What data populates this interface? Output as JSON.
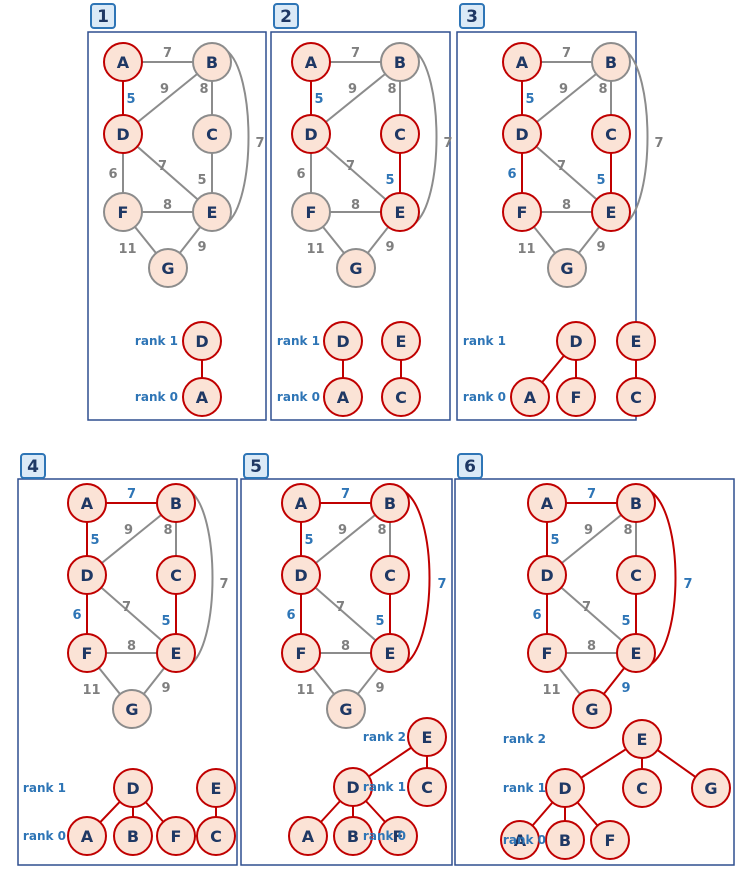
{
  "colors": {
    "panel_border": "#2f4f8f",
    "node_fill": "#fbe3d6",
    "node_text": "#1f3864",
    "gray_stroke": "#8c8c8c",
    "red_stroke": "#c00000",
    "gray_weight": "#7f7f7f",
    "blue_weight": "#2e75b6",
    "badge_fill": "#dbeaf7",
    "badge_stroke": "#2e75b6",
    "rank_text": "#2e75b6"
  },
  "graph": {
    "nodes": [
      "A",
      "B",
      "C",
      "D",
      "E",
      "F",
      "G"
    ],
    "edges": [
      {
        "id": "AB",
        "from": "A",
        "to": "B",
        "weight": "7"
      },
      {
        "id": "AD",
        "from": "A",
        "to": "D",
        "weight": "5"
      },
      {
        "id": "BD",
        "from": "B",
        "to": "D",
        "weight": "9"
      },
      {
        "id": "BC",
        "from": "B",
        "to": "C",
        "weight": "8"
      },
      {
        "id": "BE",
        "from": "B",
        "to": "E",
        "weight": "7"
      },
      {
        "id": "CE",
        "from": "C",
        "to": "E",
        "weight": "5"
      },
      {
        "id": "DE",
        "from": "D",
        "to": "E",
        "weight": "7"
      },
      {
        "id": "DF",
        "from": "D",
        "to": "F",
        "weight": "6"
      },
      {
        "id": "FE",
        "from": "F",
        "to": "E",
        "weight": "8"
      },
      {
        "id": "FG",
        "from": "F",
        "to": "G",
        "weight": "11"
      },
      {
        "id": "EG",
        "from": "E",
        "to": "G",
        "weight": "9"
      }
    ]
  },
  "steps": [
    {
      "number": "1",
      "red_nodes": [
        "A",
        "D"
      ],
      "red_edges": [
        "AD"
      ],
      "forest": {
        "ranks": [
          {
            "text": "rank 1",
            "level": 1
          },
          {
            "text": "rank 0",
            "level": 0
          }
        ],
        "nodes": [
          {
            "id": "D",
            "level": 1
          },
          {
            "id": "A",
            "level": 0
          }
        ],
        "links": [
          [
            "D",
            "A"
          ]
        ]
      }
    },
    {
      "number": "2",
      "red_nodes": [
        "A",
        "D",
        "C",
        "E"
      ],
      "red_edges": [
        "AD",
        "CE"
      ],
      "forest": {
        "ranks": [
          {
            "text": "rank 1",
            "level": 1
          },
          {
            "text": "rank 0",
            "level": 0
          }
        ],
        "nodes": [
          {
            "id": "D",
            "level": 1
          },
          {
            "id": "A",
            "level": 0
          },
          {
            "id": "E",
            "level": 1
          },
          {
            "id": "C",
            "level": 0
          }
        ],
        "links": [
          [
            "D",
            "A"
          ],
          [
            "E",
            "C"
          ]
        ]
      }
    },
    {
      "number": "3",
      "red_nodes": [
        "A",
        "D",
        "C",
        "E",
        "F"
      ],
      "red_edges": [
        "AD",
        "CE",
        "DF"
      ],
      "forest": {
        "ranks": [
          {
            "text": "rank 1",
            "level": 1
          },
          {
            "text": "rank 0",
            "level": 0
          }
        ],
        "nodes": [
          {
            "id": "D",
            "level": 1
          },
          {
            "id": "A",
            "level": 0
          },
          {
            "id": "F",
            "level": 0
          },
          {
            "id": "E",
            "level": 1
          },
          {
            "id": "C",
            "level": 0
          }
        ],
        "links": [
          [
            "D",
            "A"
          ],
          [
            "D",
            "F"
          ],
          [
            "E",
            "C"
          ]
        ]
      }
    },
    {
      "number": "4",
      "red_nodes": [
        "A",
        "B",
        "C",
        "D",
        "E",
        "F"
      ],
      "red_edges": [
        "AD",
        "CE",
        "DF",
        "AB"
      ],
      "forest": {
        "ranks": [
          {
            "text": "rank 1",
            "level": 1
          },
          {
            "text": "rank 0",
            "level": 0
          }
        ],
        "nodes": [
          {
            "id": "D",
            "level": 1
          },
          {
            "id": "A",
            "level": 0
          },
          {
            "id": "B",
            "level": 0
          },
          {
            "id": "F",
            "level": 0
          },
          {
            "id": "E",
            "level": 1
          },
          {
            "id": "C",
            "level": 0
          }
        ],
        "links": [
          [
            "D",
            "A"
          ],
          [
            "D",
            "B"
          ],
          [
            "D",
            "F"
          ],
          [
            "E",
            "C"
          ]
        ]
      }
    },
    {
      "number": "5",
      "red_nodes": [
        "A",
        "B",
        "C",
        "D",
        "E",
        "F"
      ],
      "red_edges": [
        "AD",
        "CE",
        "DF",
        "AB",
        "BE"
      ],
      "forest": {
        "ranks": [
          {
            "text": "rank 2",
            "level": 2
          },
          {
            "text": "rank 1",
            "level": 1
          },
          {
            "text": "rank 0",
            "level": 0
          }
        ],
        "nodes": [
          {
            "id": "E",
            "level": 2
          },
          {
            "id": "D",
            "level": 1
          },
          {
            "id": "C",
            "level": 1
          },
          {
            "id": "A",
            "level": 0
          },
          {
            "id": "B",
            "level": 0
          },
          {
            "id": "F",
            "level": 0
          }
        ],
        "links": [
          [
            "E",
            "D"
          ],
          [
            "E",
            "C"
          ],
          [
            "D",
            "A"
          ],
          [
            "D",
            "B"
          ],
          [
            "D",
            "F"
          ]
        ]
      }
    },
    {
      "number": "6",
      "red_nodes": [
        "A",
        "B",
        "C",
        "D",
        "E",
        "F",
        "G"
      ],
      "red_edges": [
        "AD",
        "CE",
        "DF",
        "AB",
        "BE",
        "EG"
      ],
      "forest": {
        "ranks": [
          {
            "text": "rank 2",
            "level": 2
          },
          {
            "text": "rank 1",
            "level": 1
          },
          {
            "text": "rank 0",
            "level": 0
          }
        ],
        "nodes": [
          {
            "id": "E",
            "level": 2
          },
          {
            "id": "D",
            "level": 1
          },
          {
            "id": "C",
            "level": 1
          },
          {
            "id": "G",
            "level": 1
          },
          {
            "id": "A",
            "level": 0
          },
          {
            "id": "B",
            "level": 0
          },
          {
            "id": "F",
            "level": 0
          }
        ],
        "links": [
          [
            "E",
            "D"
          ],
          [
            "E",
            "C"
          ],
          [
            "E",
            "G"
          ],
          [
            "D",
            "A"
          ],
          [
            "D",
            "B"
          ],
          [
            "D",
            "F"
          ]
        ]
      }
    }
  ]
}
